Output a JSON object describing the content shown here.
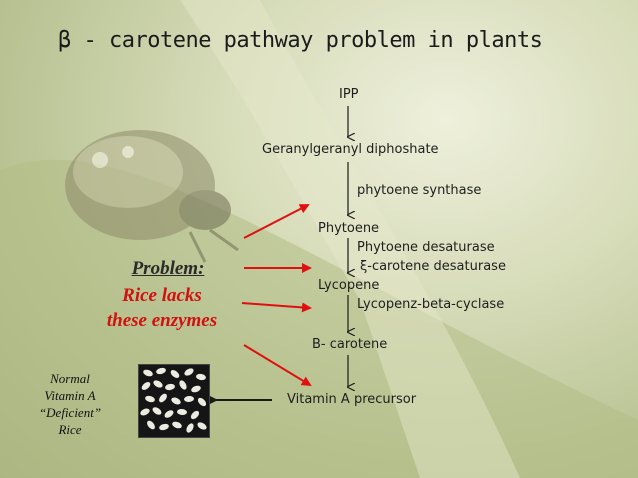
{
  "title": "β - carotene pathway problem in plants",
  "pathway": {
    "ipp": "IPP",
    "geranylgeranyl": "Geranylgeranyl diphoshate",
    "phytoene_synthase": "phytoene synthase",
    "phytoene": "Phytoene",
    "phytoene_desaturase": "Phytoene desaturase",
    "zeta_desaturase": "ξ-carotene desaturase",
    "lycopene": "Lycopene",
    "lycopene_cyclase": "Lycopenz-beta-cyclase",
    "b_carotene": "B- carotene",
    "vitamin_a": "Vitamin A precursor"
  },
  "problem": {
    "heading": "Problem:",
    "line1": "Rice lacks",
    "line2": "these enzymes"
  },
  "rice_label": {
    "line1": "Normal",
    "line2": "Vitamin A",
    "line3": "“Deficient”",
    "line4": "Rice"
  },
  "colors": {
    "problem_text": "#d11010",
    "red_arrow": "#e01010",
    "black_arrow": "#1a1a1a"
  }
}
